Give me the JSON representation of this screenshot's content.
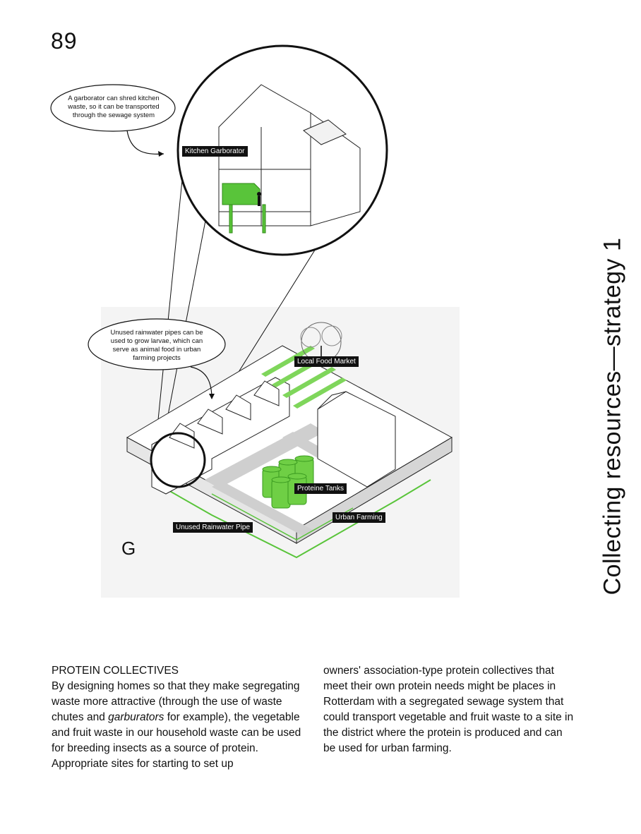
{
  "page": {
    "number": "89",
    "side_title": "Collecting resources—strategy 1"
  },
  "figure": {
    "letter": "G",
    "bubble_top": "A garborator can shred kitchen waste, so it can be transported through the sewage system",
    "bubble_mid": "Unused rainwater pipes can be used to grow larvae, which can serve as animal food in urban farming projects",
    "labels": {
      "kitchen": "Kitchen Garborator",
      "market": "Local Food Market",
      "tanks": "Proteine Tanks",
      "farming": "Urban Farming",
      "pipe": "Unused Rainwater Pipe"
    },
    "colors": {
      "accent": "#59c43a",
      "ink": "#111111"
    }
  },
  "text": {
    "heading": "PROTEIN COLLECTIVES",
    "left_pre": "By designing homes so that they make segregating waste more attractive (through the use of waste chutes and ",
    "left_em": "garburators",
    "left_post": " for example), the vegetable and fruit waste in our household waste can be used for breeding insects as a source of protein. Appropriate sites for starting to set up",
    "right": "owners' association-type protein collectives that meet their own protein needs might be places in Rotterdam with a segregated sewage system that could transport vegetable and fruit waste to a site in the district where the protein is produced and can be used for urban farming."
  }
}
